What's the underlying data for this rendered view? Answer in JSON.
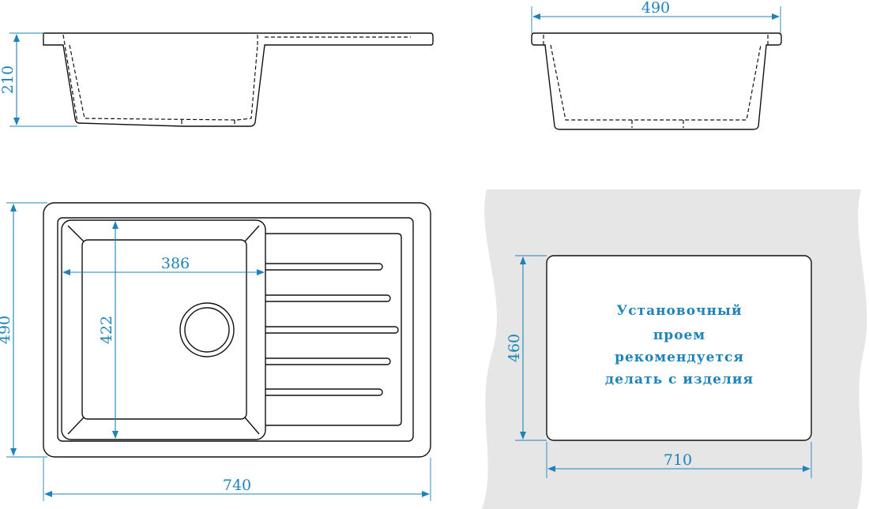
{
  "dimensions": {
    "side_height": "210",
    "front_width": "490",
    "top_length": "740",
    "top_depth": "490",
    "bowl_width": "386",
    "bowl_depth": "422",
    "cutout_width": "710",
    "cutout_depth": "460"
  },
  "note": {
    "lines": [
      "Установочный",
      "проем",
      "рекомендуется",
      "делать с изделия"
    ]
  },
  "colors": {
    "dimension": "#1d83b8",
    "outline": "#111111",
    "countertop": "#e6e6e6"
  }
}
